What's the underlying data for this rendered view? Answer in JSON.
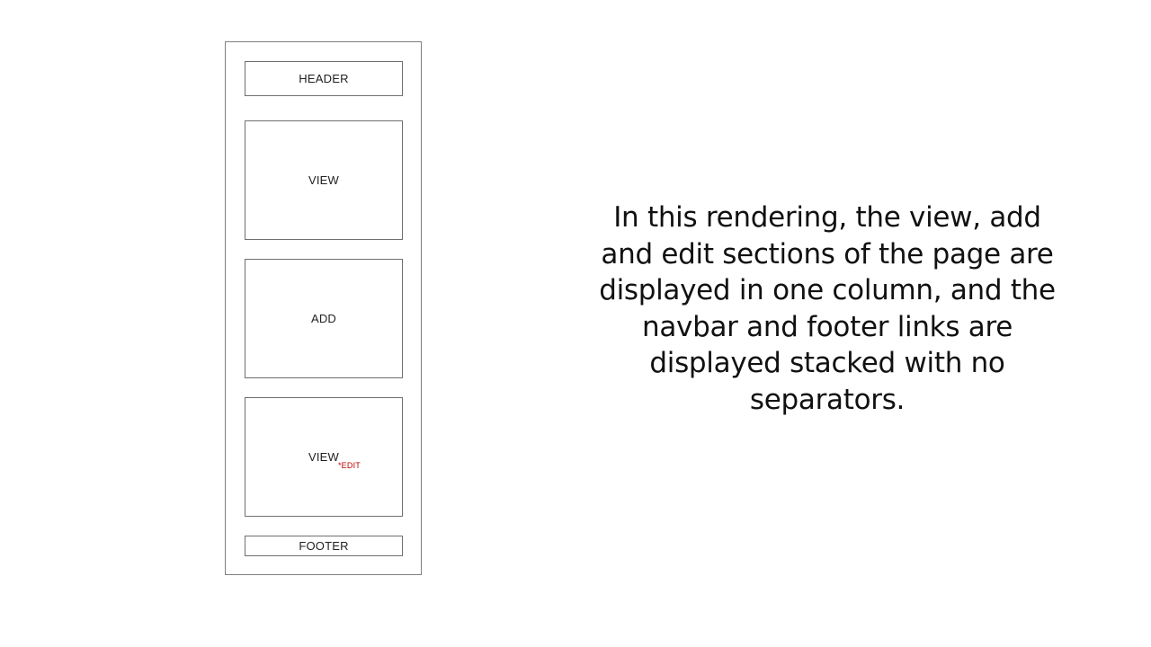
{
  "wireframe": {
    "header_label": "HEADER",
    "view_label": "VIEW",
    "add_label": "ADD",
    "view_edit_label": "VIEW",
    "edit_note": "*EDIT",
    "footer_label": "FOOTER"
  },
  "caption": {
    "text": "In this rendering, the view, add and edit sections of the page are displayed in one column, and the navbar and footer links are displayed stacked with no separators."
  },
  "colors": {
    "edit_note": "#c00000",
    "border": "#6f6f6f"
  }
}
